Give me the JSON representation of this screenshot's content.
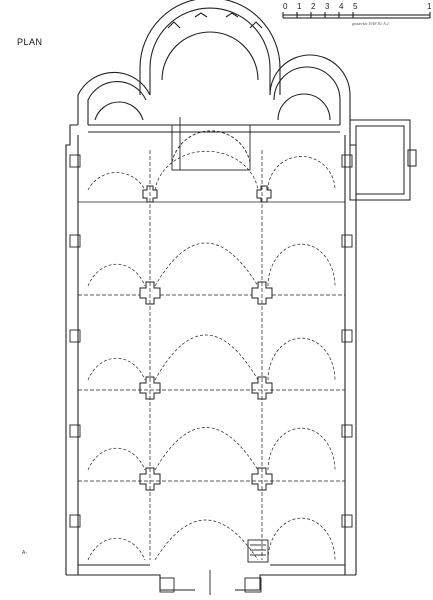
{
  "title": "PLAN",
  "scale": {
    "ticks": [
      "0",
      "1",
      "2",
      "3",
      "4",
      "5"
    ],
    "end_label": "1",
    "caption": "grauerkis 1918 30. A.J."
  },
  "bottom_mark": "A-"
}
